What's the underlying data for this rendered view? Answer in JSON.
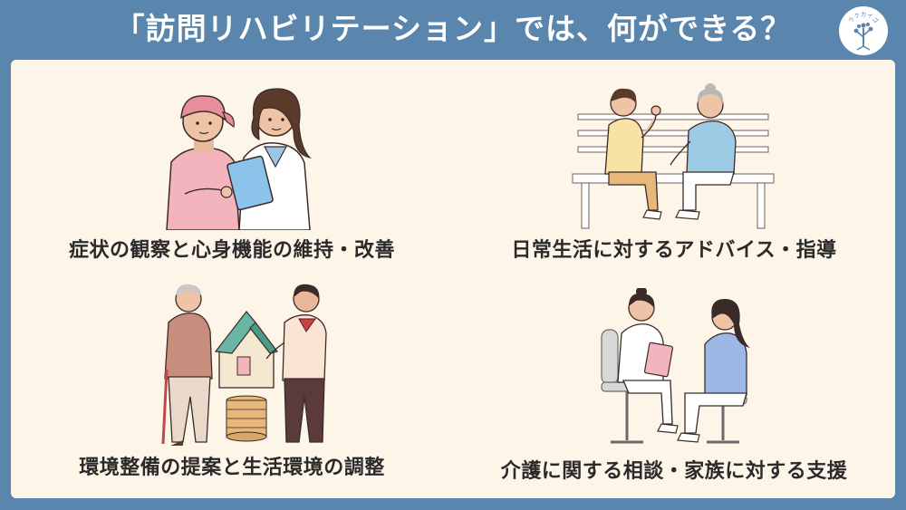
{
  "header": {
    "title": "「訪問リハビリテーション」では、何ができる？"
  },
  "logo": {
    "icon": "tree-people-logo-icon",
    "arc_text": "ラクカイゴ"
  },
  "colors": {
    "frame": "#5a86ad",
    "panel": "#fdf5e8",
    "caption": "#2a2a2a"
  },
  "items": [
    {
      "caption": "症状の観察と心身機能の維持・改善",
      "icon": "patient-consultation-illustration"
    },
    {
      "caption": "日常生活に対するアドバイス・指導",
      "icon": "bench-conversation-illustration"
    },
    {
      "caption": "環境整備の提案と生活環境の調整",
      "icon": "home-adjustment-illustration"
    },
    {
      "caption": "介護に関する相談・家族に対する支援",
      "icon": "family-counseling-illustration"
    }
  ]
}
